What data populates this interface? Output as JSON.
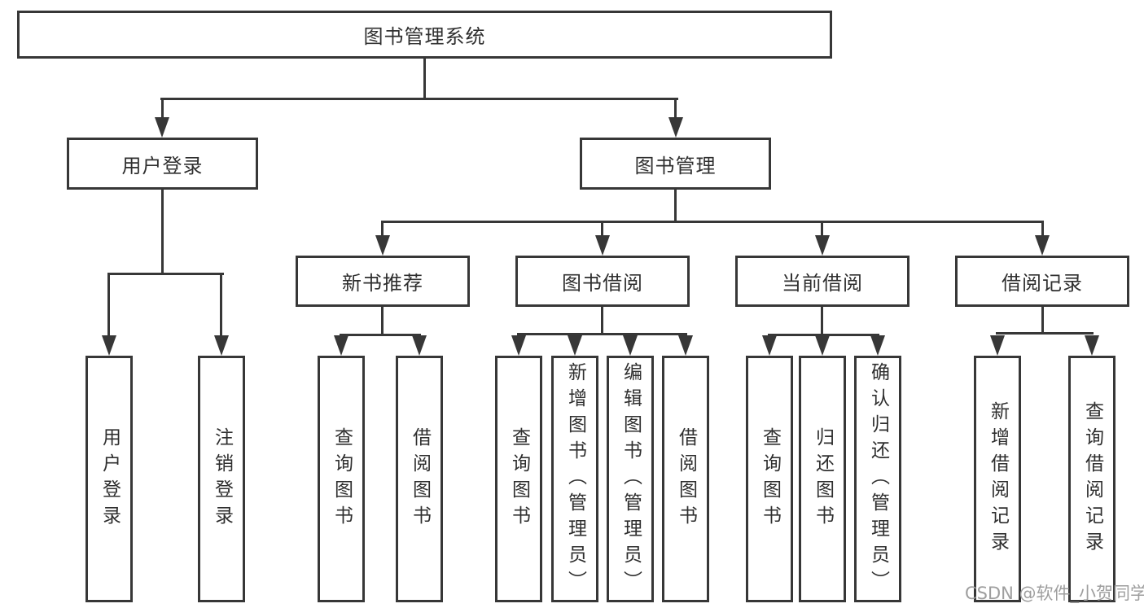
{
  "nodes": {
    "root": "图书管理系统",
    "user_login": {
      "label": "用户登录",
      "leaves": [
        "用户登录",
        "注销登录"
      ]
    },
    "book_mgmt": {
      "label": "图书管理"
    },
    "groups": [
      {
        "label": "新书推荐",
        "leaves": [
          "查询图书",
          "借阅图书"
        ]
      },
      {
        "label": "图书借阅",
        "leaves": [
          "查询图书",
          "新增图书（管理员）",
          "编辑图书（管理员）",
          "借阅图书"
        ]
      },
      {
        "label": "当前借阅",
        "leaves": [
          "查询图书",
          "归还图书",
          "确认归还（管理员）"
        ]
      },
      {
        "label": "借阅记录",
        "leaves": [
          "新增借阅记录",
          "查询借阅记录"
        ]
      }
    ]
  },
  "watermark": "CSDN @软件_小贺同学",
  "colors": {
    "line": "#373737",
    "text": "#2f2f2f",
    "watermark": "#9e9e9e",
    "background": "#ffffff"
  }
}
